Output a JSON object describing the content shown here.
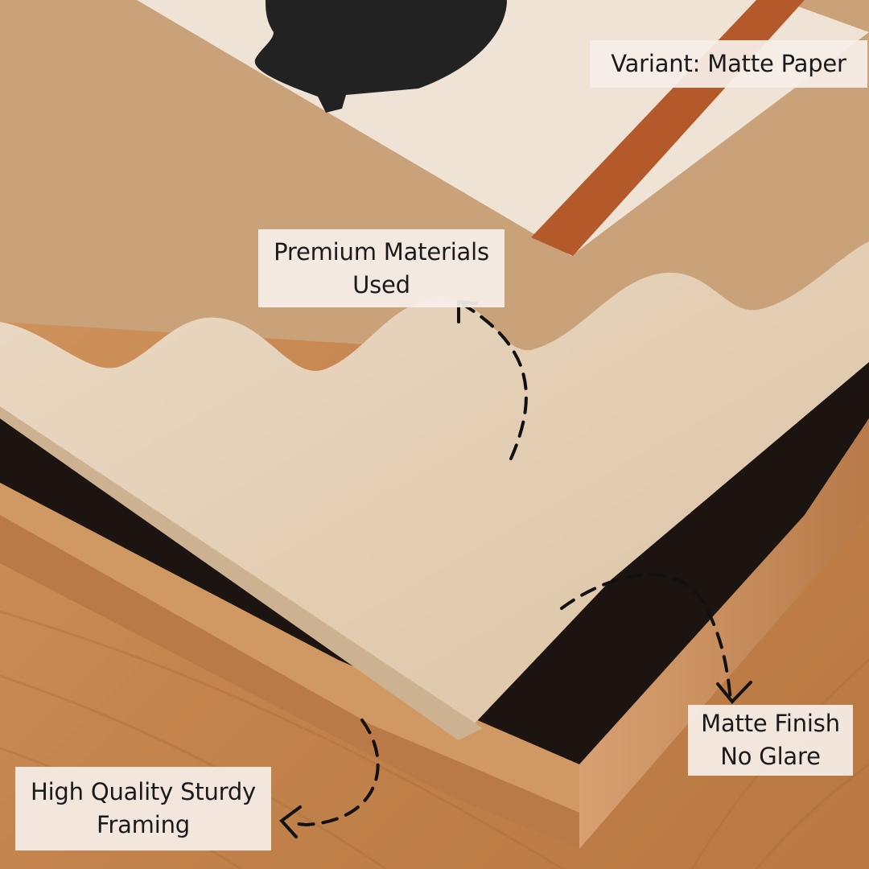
{
  "labels": {
    "variant": "Variant: Matte Paper",
    "premium": [
      "Premium Materials",
      "Used"
    ],
    "matte": [
      "Matte Finish",
      "No Glare"
    ],
    "framing": [
      "High Quality Sturdy",
      "Framing"
    ]
  },
  "colors": {
    "wood": "#c98d55",
    "wood_dark": "#a86a3a",
    "frame_shadow": "#1b1410",
    "print_tan": "#c9a27a",
    "print_cream": "#e6d3bb",
    "print_light": "#efe3d6",
    "rust_stripe": "#b45a2a",
    "vase_black": "#222222",
    "label_bg": "#f6eee8"
  },
  "icons": [
    "curved-dashed-arrow-icon"
  ]
}
